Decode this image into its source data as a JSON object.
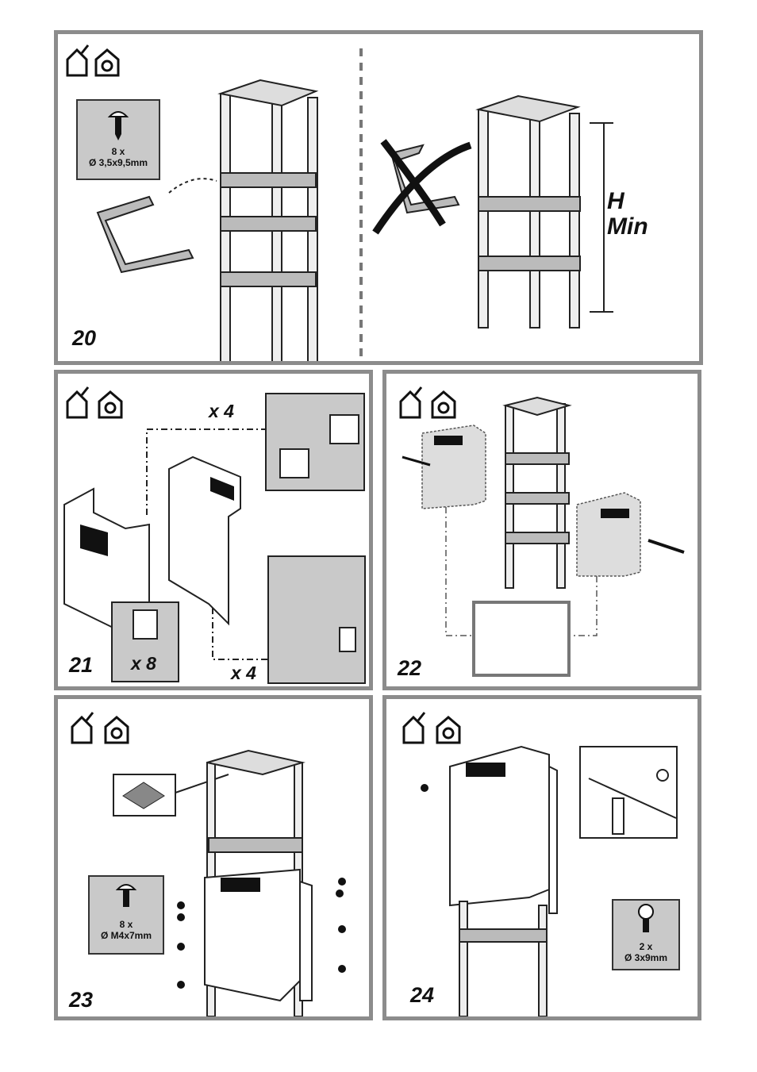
{
  "panels": [
    {
      "step": "20",
      "screw_qty": "8 x",
      "screw_size": "Ø 3,5x9,5mm",
      "height_label_1": "H",
      "height_label_2": "Min"
    },
    {
      "step": "21",
      "qty_top": "x 4",
      "qty_bottom": "x 4",
      "clip_qty": "x 8"
    },
    {
      "step": "22"
    },
    {
      "step": "23",
      "screw_qty": "8 x",
      "screw_size": "Ø M4x7mm"
    },
    {
      "step": "24",
      "screw_qty": "2 x",
      "screw_size": "Ø 3x9mm"
    }
  ],
  "icons": [
    "chimney-house-icon",
    "recirculation-house-icon"
  ],
  "colors": {
    "frame": "#8c8c8c",
    "box": "#c9c9c9",
    "ink": "#222222"
  }
}
